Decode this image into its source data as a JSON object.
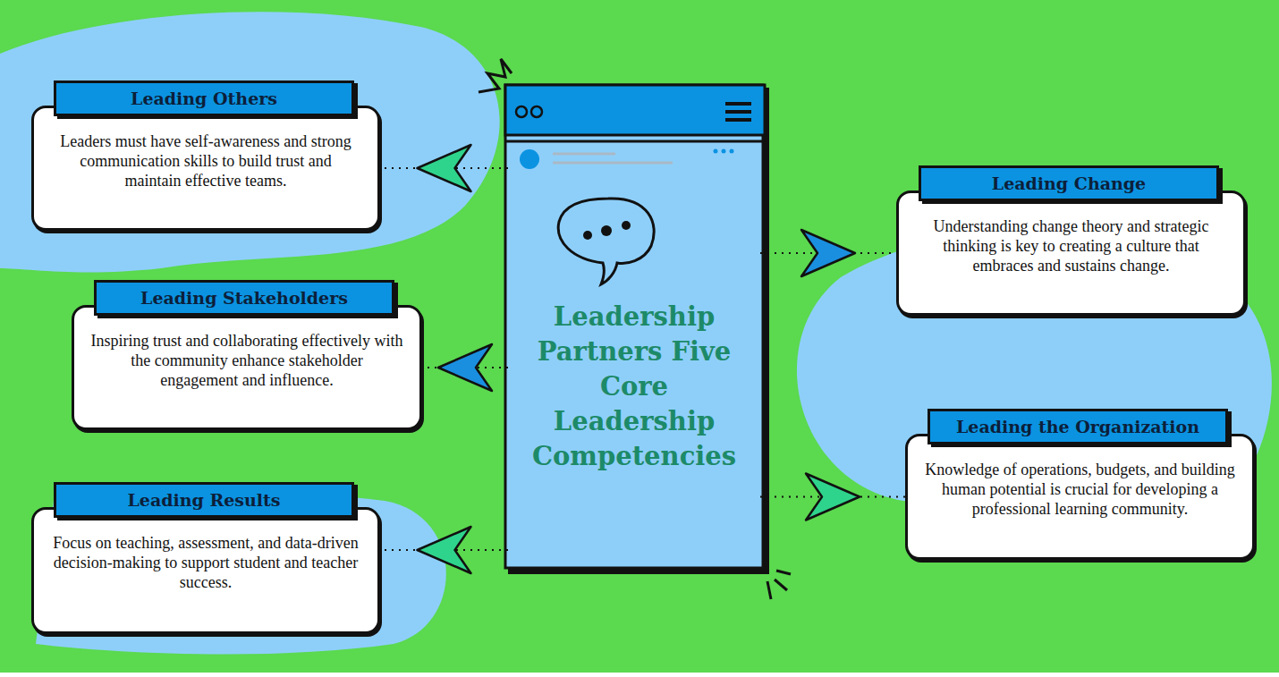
{
  "diagram": {
    "nodes": [
      {
        "text": [
          "Leadership Partners Five Core Leadership Competencies"
        ]
      },
      {
        "text": [
          "Leading Others",
          "Leaders must have self-awareness and strong communication skills to build trust and maintain effective teams."
        ]
      },
      {
        "text": [
          "Leading Stakeholders",
          "Inspiring trust and collaborating effectively with the community enhance stakeholder engagement and influence."
        ]
      },
      {
        "text": [
          "Leading Results",
          "Focus on teaching, assessment, and data-driven decision-making to support student and teacher success."
        ]
      },
      {
        "text": [
          "Leading Change",
          "Understanding change theory and strategic thinking is key to creating a culture that embraces and sustains change."
        ]
      },
      {
        "text": [
          "Leading the Organization",
          "Knowledge of operations, budgets, and building human potential is crucial for developing a professional learning community."
        ]
      }
    ],
    "edges": [
      {
        "from": 0,
        "to": 1,
        "arrow": "to"
      },
      {
        "from": 0,
        "to": 2,
        "arrow": "to"
      },
      {
        "from": 0,
        "to": 3,
        "arrow": "to"
      },
      {
        "from": 0,
        "to": 4,
        "arrow": "to"
      },
      {
        "from": 0,
        "to": 5,
        "arrow": "to"
      }
    ]
  }
}
